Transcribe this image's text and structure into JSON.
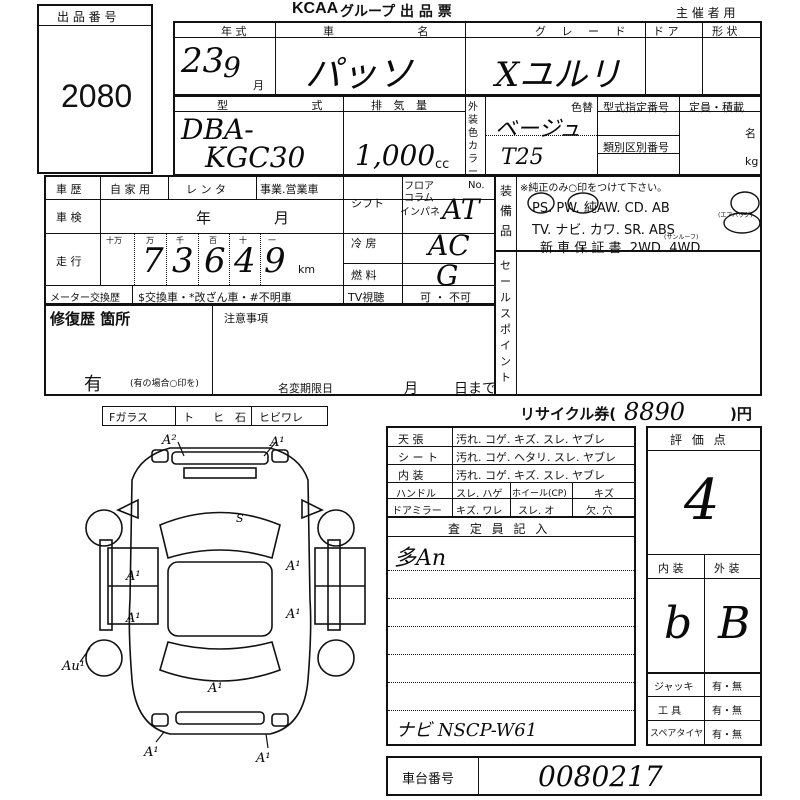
{
  "header": {
    "lot_label": "出 品 番 号",
    "lot_number": "2080",
    "brand": "KCAA",
    "group_title": "グループ 出 品 票",
    "host_use": "主 催 者 用"
  },
  "row1": {
    "year_label": "年 式",
    "year_value": "23",
    "month_value": "9",
    "month_unit": "月",
    "name_label": "車 名",
    "name_value": "パッソ",
    "grade_label": "グ レ ー ド",
    "grade_value": "Xユルリ",
    "door_label": "ド ア",
    "shape_label": "形 状"
  },
  "row2": {
    "model_label": "型 式",
    "model_line1": "DBA-",
    "model_line2": "KGC30",
    "disp_label": "排 気 量",
    "disp_value": "1,000",
    "disp_unit": "cc",
    "exterior_label": "外装色 カラーNo.",
    "color_label": "色替",
    "color_value": "ベージュ",
    "colorno_value": "T25",
    "type_no_label": "型式指定番号",
    "class_no_label": "類別区別番号",
    "capacity_label": "定員・積載",
    "capacity_unit": "名",
    "load_unit": "kg"
  },
  "history": {
    "label": "車 歴",
    "opts": [
      "自 家 用",
      "レ ン タ",
      "事業.営業車"
    ],
    "inspection_label": "車 検",
    "year_unit": "年",
    "month_unit": "月",
    "mileage_label": "走 行",
    "digit_labels": [
      "十万",
      "万",
      "千",
      "百",
      "十",
      "一"
    ],
    "digits": [
      "7",
      "3",
      "6",
      "4",
      "9"
    ],
    "km_unit": "km",
    "meter_label": "メーター交換歴",
    "meter_opts": "$交換車・*改ざん車・#不明車"
  },
  "drive": {
    "shift_label": "シフト",
    "floor_label": "フロア",
    "column_label": "コラム",
    "column_mark": "インパネ",
    "shift_value": "AT",
    "ac_label": "冷 房",
    "ac_value": "AC",
    "fuel_label": "燃 料",
    "fuel_value": "G",
    "tv_label": "TV視聴",
    "tv_value": "可 ・ 不可"
  },
  "equipment": {
    "label": "装 備 品",
    "note": "※純正のみ○印をつけて下さい。",
    "line1": "PS. PW. 純AW. CD. AB",
    "line2": "TV. ナビ. カワ. SR. ABS",
    "sub_labels": [
      "(エアバッグ)",
      "(サンルーフ)"
    ],
    "line3": "新 車 保 証 書. 2WD. 4WD"
  },
  "sales_point": {
    "label": "セールスポイント"
  },
  "repair": {
    "label": "修復歴 箇所",
    "value": "有",
    "note": "(有の場合○印を)",
    "notes_label": "注意事項",
    "deadline_label": "名変期限日",
    "month_unit": "月",
    "day_unit": "日まで"
  },
  "glass": {
    "label": "Fガラス",
    "opts": [
      "ト",
      "ヒ",
      "石",
      "ヒビワレ"
    ]
  },
  "recycle": {
    "label": "リサイクル券(",
    "value": "8890",
    "unit": ")円"
  },
  "condition": {
    "rows": [
      {
        "label": "天 張",
        "opts": "汚れ. コゲ. キズ. スレ. ヤブレ"
      },
      {
        "label": "シ ー ト",
        "opts": "汚れ. コゲ. ヘタリ. スレ. ヤブレ"
      },
      {
        "label": "内 装",
        "opts": "汚れ. コゲ. キズ. スレ. ヤブレ"
      },
      {
        "label": "ハンドル",
        "opts": "スレ. ハゲ",
        "label2": "ホイール(CP)",
        "opts2": "キズ"
      },
      {
        "label": "ドアミラー",
        "opts": "キズ. ワレ",
        "label2": "スレ. オ",
        "opts2": "欠. 穴"
      }
    ],
    "inspector_label": "査 定 員 記 入",
    "inspector_value": "多An",
    "nav_note": "ナビ NSCP-W61"
  },
  "score": {
    "label": "評 価 点",
    "value": "4",
    "interior_label": "内 装",
    "exterior_label": "外 装",
    "interior_value": "b",
    "exterior_value": "B",
    "jack_label": "ジャッキ",
    "tools_label": "工 具",
    "spare_label": "スペアタイヤ",
    "yn": "有・無"
  },
  "vin": {
    "label": "車台番号",
    "value": "0080217"
  },
  "diagram_marks": [
    {
      "id": "mark-a2-top",
      "text": "A²"
    },
    {
      "id": "mark-a1-top-right",
      "text": "A¹"
    },
    {
      "id": "mark-s-roof",
      "text": "S"
    },
    {
      "id": "mark-a1-left-door",
      "text": "A¹"
    },
    {
      "id": "mark-a1-right-door",
      "text": "A¹"
    },
    {
      "id": "mark-a1-left-rear",
      "text": "A¹"
    },
    {
      "id": "mark-a1-right-rear",
      "text": "A¹"
    },
    {
      "id": "mark-au1",
      "text": "Au¹"
    },
    {
      "id": "mark-a1-trunk",
      "text": "A¹"
    },
    {
      "id": "mark-a1-bottom-left",
      "text": "A¹"
    },
    {
      "id": "mark-a1-bottom-right",
      "text": "A¹"
    }
  ]
}
